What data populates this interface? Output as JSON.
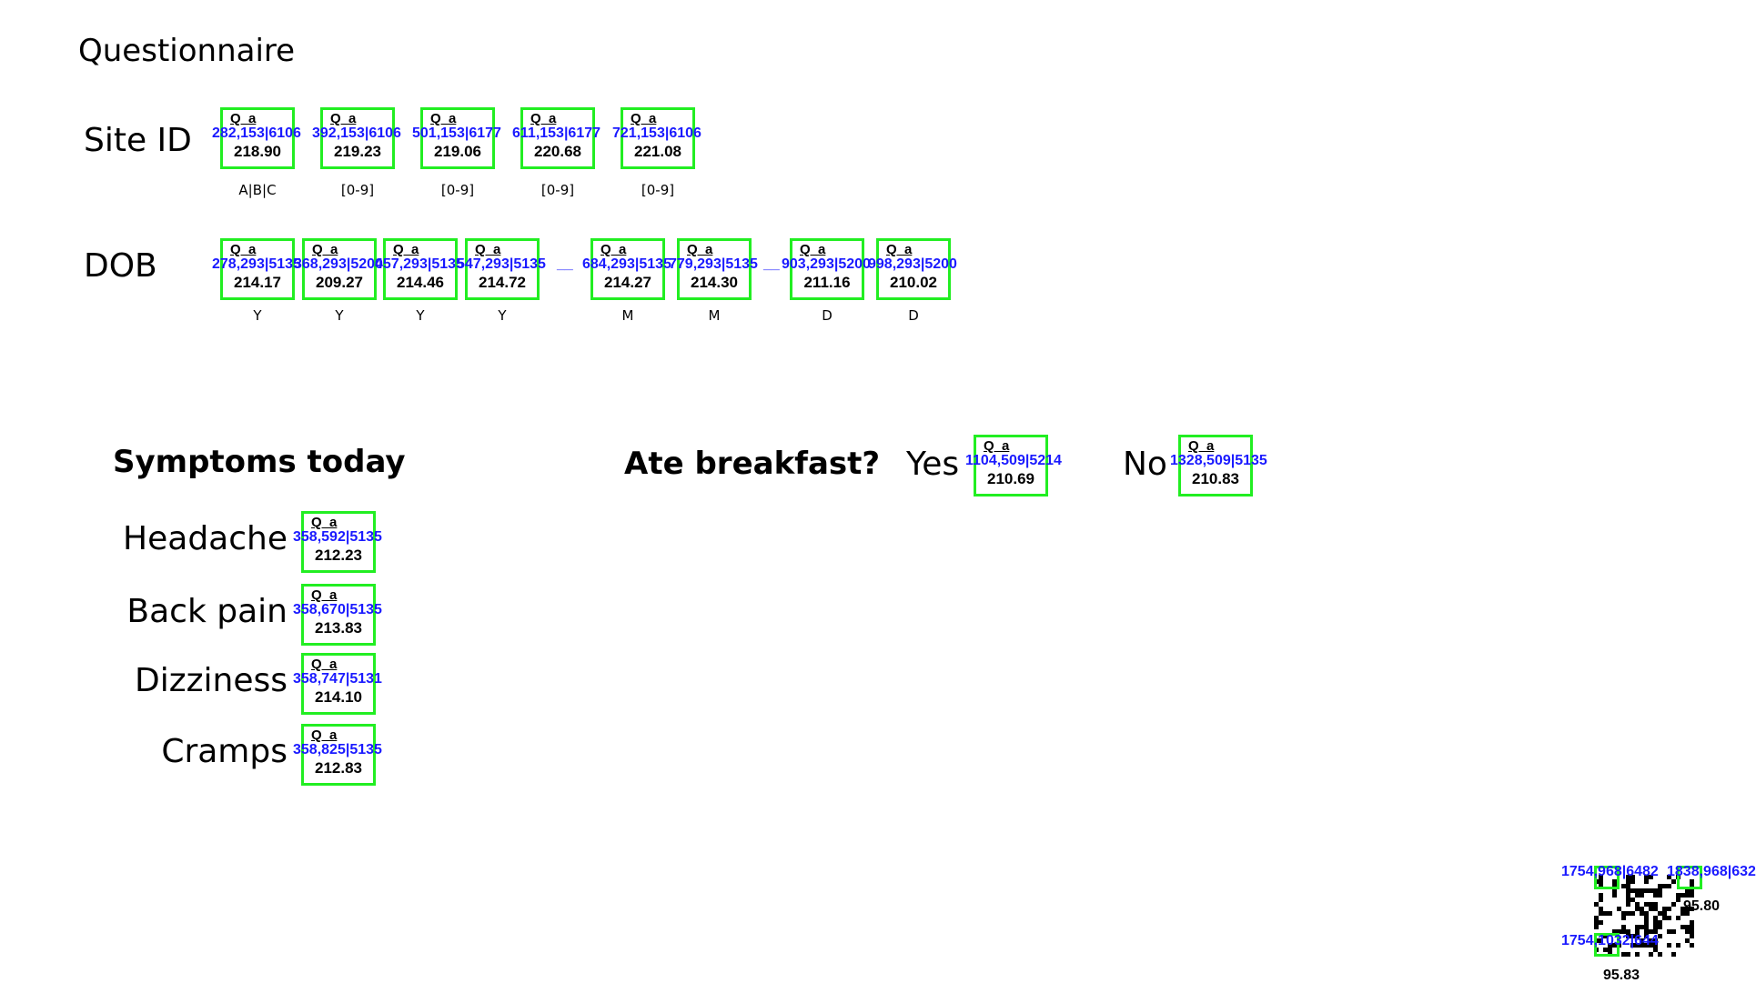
{
  "title": "Questionnaire",
  "site_id": {
    "label": "Site ID",
    "boxes": [
      {
        "qa": "Q_a",
        "coord": "282,153|6106",
        "value": "218.90",
        "hint": "A|B|C"
      },
      {
        "qa": "Q_a",
        "coord": "392,153|6106",
        "value": "219.23",
        "hint": "[0-9]"
      },
      {
        "qa": "Q_a",
        "coord": "501,153|6177",
        "value": "219.06",
        "hint": "[0-9]"
      },
      {
        "qa": "Q_a",
        "coord": "611,153|6177",
        "value": "220.68",
        "hint": "[0-9]"
      },
      {
        "qa": "Q_a",
        "coord": "721,153|6106",
        "value": "221.08",
        "hint": "[0-9]"
      }
    ]
  },
  "dob": {
    "label": "DOB",
    "separator": "__",
    "boxes": [
      {
        "qa": "Q_a",
        "coord": "278,293|5135",
        "value": "214.17",
        "hint": "Y"
      },
      {
        "qa": "Q_a",
        "coord": "368,293|5200",
        "value": "209.27",
        "hint": "Y"
      },
      {
        "qa": "Q_a",
        "coord": "457,293|5135",
        "value": "214.46",
        "hint": "Y"
      },
      {
        "qa": "Q_a",
        "coord": "547,293|5135",
        "value": "214.72",
        "hint": "Y"
      },
      {
        "qa": "Q_a",
        "coord": "684,293|5135",
        "value": "214.27",
        "hint": "M"
      },
      {
        "qa": "Q_a",
        "coord": "779,293|5135",
        "value": "214.30",
        "hint": "M"
      },
      {
        "qa": "Q_a",
        "coord": "903,293|5200",
        "value": "211.16",
        "hint": "D"
      },
      {
        "qa": "Q_a",
        "coord": "998,293|5200",
        "value": "210.02",
        "hint": "D"
      }
    ]
  },
  "symptoms": {
    "heading": "Symptoms today",
    "items": [
      {
        "label": "Headache",
        "qa": "Q_a",
        "coord": "358,592|5135",
        "value": "212.23"
      },
      {
        "label": "Back pain",
        "qa": "Q_a",
        "coord": "358,670|5135",
        "value": "213.83"
      },
      {
        "label": "Dizziness",
        "qa": "Q_a",
        "coord": "358,747|5131",
        "value": "214.10"
      },
      {
        "label": "Cramps",
        "qa": "Q_a",
        "coord": "358,825|5135",
        "value": "212.83"
      }
    ]
  },
  "breakfast": {
    "heading": "Ate breakfast?",
    "options": [
      {
        "label": "Yes",
        "qa": "Q_a",
        "coord": "1104,509|5214",
        "value": "210.69"
      },
      {
        "label": "No",
        "qa": "Q_a",
        "coord": "1328,509|5135",
        "value": "210.83"
      }
    ]
  },
  "qr": {
    "coord_top_left": "1754,968|6482",
    "coord_top_right": "1838,968|632",
    "coord_bottom_left": "1754,1032|644",
    "value_right": "95.80",
    "value_bottom": "95.83"
  }
}
